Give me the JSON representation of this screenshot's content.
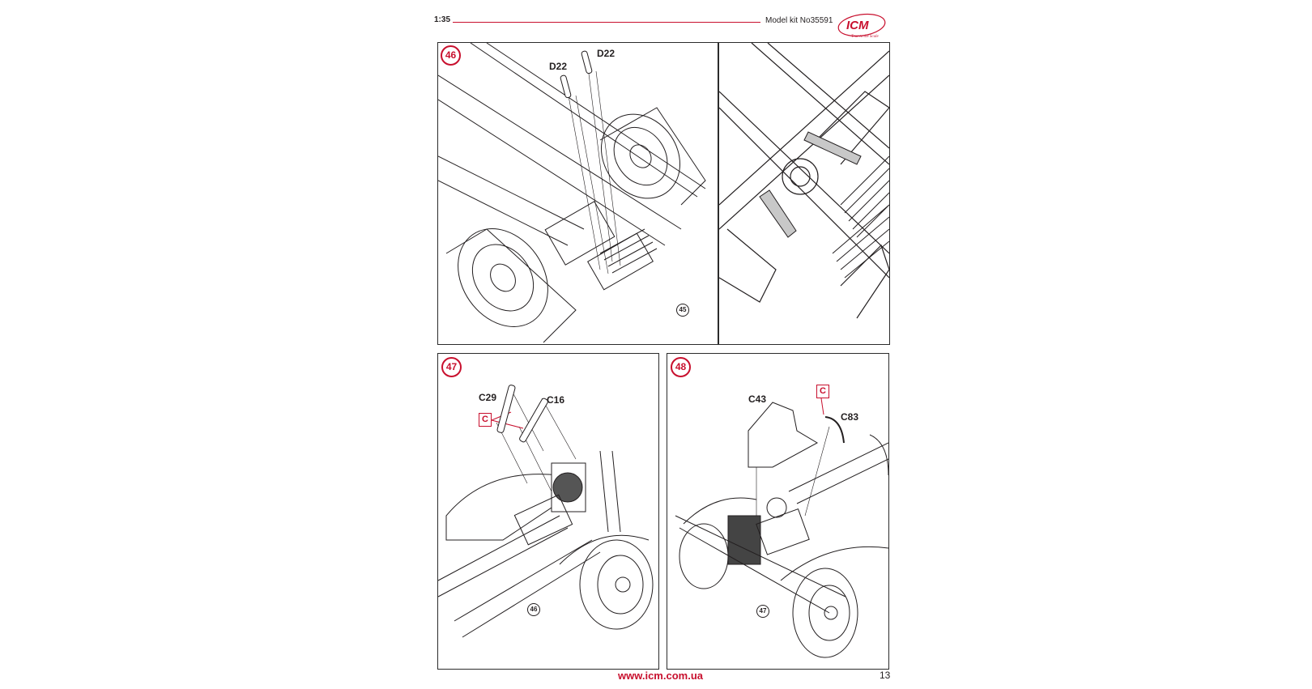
{
  "header": {
    "scale": "1:35",
    "model_kit": "Model kit No35591",
    "logo_text": "ICM",
    "logo_tagline": "True to the Scale"
  },
  "colors": {
    "accent": "#c8102e",
    "line": "#231f20",
    "hose_fill": "#c8c8c8"
  },
  "steps": [
    {
      "number": "46",
      "parts": [
        "D22",
        "D22"
      ],
      "previous_step_ref": "45",
      "detail_view": true
    },
    {
      "number": "47",
      "parts": [
        "C29",
        "C16"
      ],
      "sprue_label": "C",
      "previous_step_ref": "46"
    },
    {
      "number": "48",
      "parts": [
        "C43",
        "C83"
      ],
      "sprue_label": "C",
      "previous_step_ref": "47"
    }
  ],
  "footer": {
    "url": "www.icm.com.ua",
    "page_number": "13"
  }
}
